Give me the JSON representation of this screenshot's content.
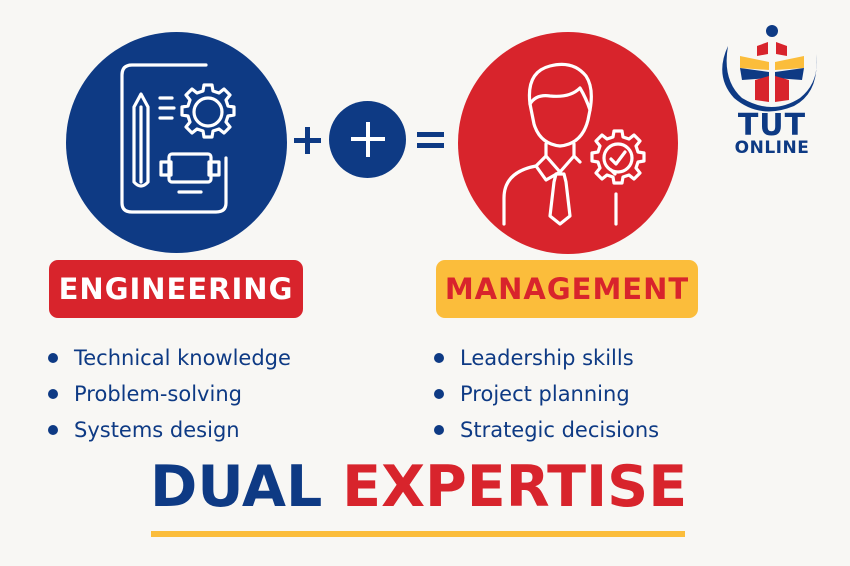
{
  "colors": {
    "background": "#f8f7f4",
    "navy": "#0e3a84",
    "red": "#d8242c",
    "yellow": "#fbbd3b",
    "white": "#ffffff"
  },
  "logo": {
    "title": "TUT",
    "subtitle": "ONLINE"
  },
  "equation": {
    "left_icon": "engineering-blueprint-icon",
    "operator_plus": "+",
    "middle_icon": "plus-icon",
    "operator_equals": "=",
    "right_icon": "manager-gear-icon"
  },
  "engineering": {
    "label": "ENGINEERING",
    "items": [
      "Technical knowledge",
      "Problem-solving",
      "Systems design"
    ]
  },
  "management": {
    "label": "MANAGEMENT",
    "items": [
      "Leadership skills",
      "Project planning",
      "Strategic decisions"
    ]
  },
  "headline": {
    "part1": "DUAL",
    "part2": "EXPERTISE"
  }
}
